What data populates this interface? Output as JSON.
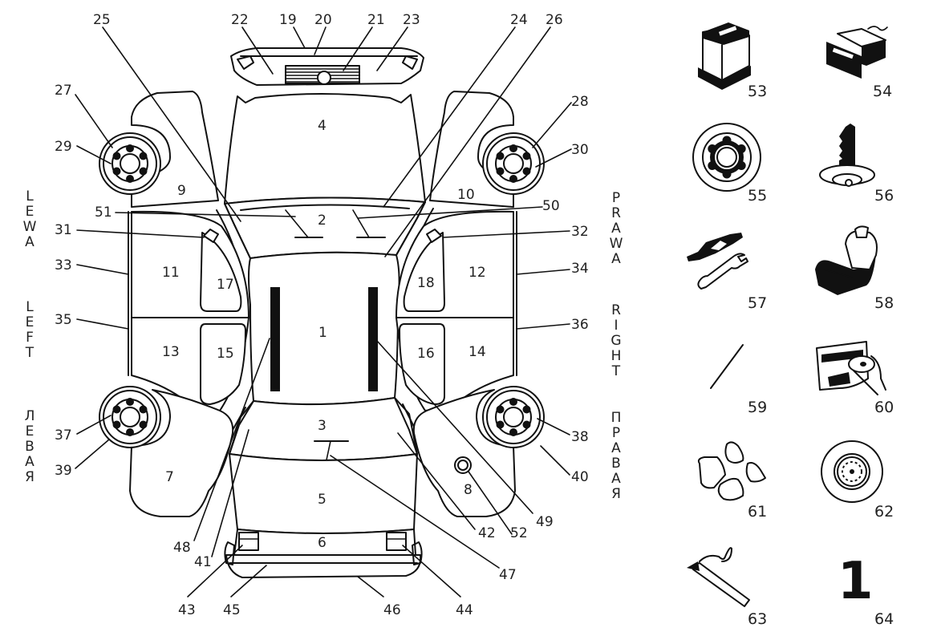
{
  "diagram": {
    "title": "Car body parts damage chart (top view)",
    "side_labels": {
      "left": [
        {
          "lang": "pl",
          "text": "LEWA"
        },
        {
          "lang": "en",
          "text": "LEFT"
        },
        {
          "lang": "ru",
          "text": "ЛЕВАЯ"
        }
      ],
      "right": [
        {
          "lang": "pl",
          "text": "PRAWA"
        },
        {
          "lang": "en",
          "text": "RIGHT"
        },
        {
          "lang": "ru",
          "text": "ПРАВАЯ"
        }
      ]
    },
    "area_labels": [
      "1",
      "2",
      "3",
      "4",
      "5",
      "6",
      "7",
      "8",
      "9",
      "10",
      "11",
      "12",
      "13",
      "14",
      "15",
      "16",
      "17",
      "18"
    ],
    "callout_labels": [
      "19",
      "20",
      "21",
      "22",
      "23",
      "24",
      "25",
      "26",
      "27",
      "28",
      "29",
      "30",
      "31",
      "32",
      "33",
      "34",
      "35",
      "36",
      "37",
      "38",
      "39",
      "40",
      "41",
      "42",
      "43",
      "44",
      "45",
      "46",
      "47",
      "48",
      "49",
      "50",
      "51",
      "52"
    ],
    "legend_icons": [
      {
        "number": "53",
        "icon": "battery-icon"
      },
      {
        "number": "54",
        "icon": "car-radio-icon"
      },
      {
        "number": "55",
        "icon": "wheel-rim-icon"
      },
      {
        "number": "56",
        "icon": "key-lock-icon"
      },
      {
        "number": "57",
        "icon": "jack-wrench-icon"
      },
      {
        "number": "58",
        "icon": "car-seat-icon"
      },
      {
        "number": "59",
        "icon": "antenna-icon"
      },
      {
        "number": "60",
        "icon": "cd-player-icon"
      },
      {
        "number": "61",
        "icon": "floor-mats-icon"
      },
      {
        "number": "62",
        "icon": "spare-tire-icon"
      },
      {
        "number": "63",
        "icon": "fire-extinguisher-icon"
      },
      {
        "number": "64",
        "icon": "number-one-icon",
        "glyph": "1"
      }
    ]
  }
}
